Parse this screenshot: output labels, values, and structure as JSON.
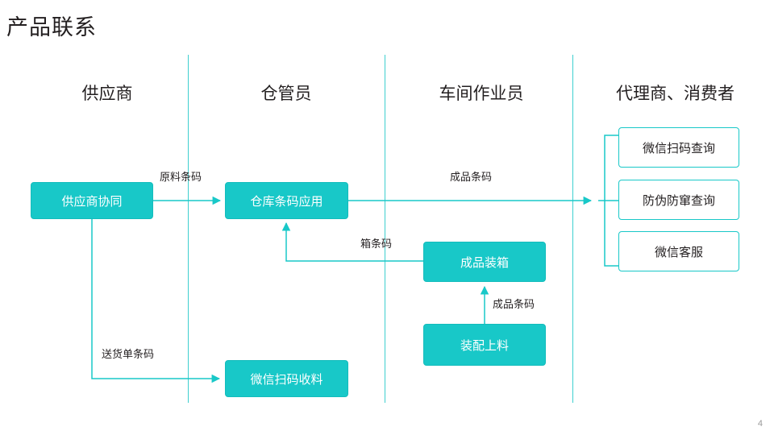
{
  "slide": {
    "title": "产品联系",
    "page_number": "4",
    "accent_color": "#18c8c8",
    "divider_color": "#3ecfcf",
    "text_color": "#231f20"
  },
  "lanes": [
    {
      "label": "供应商"
    },
    {
      "label": "仓管员"
    },
    {
      "label": "车间作业员"
    },
    {
      "label": "代理商、消费者"
    }
  ],
  "nodes": [
    {
      "label": "供应商协同",
      "style": "filled"
    },
    {
      "label": "仓库条码应用",
      "style": "filled"
    },
    {
      "label": "微信扫码收料",
      "style": "filled"
    },
    {
      "label": "成品装箱",
      "style": "filled"
    },
    {
      "label": "装配上料",
      "style": "filled"
    },
    {
      "label": "微信扫码查询",
      "style": "outline"
    },
    {
      "label": "防伪防窜查询",
      "style": "outline"
    },
    {
      "label": "微信客服",
      "style": "outline"
    }
  ],
  "edge_labels": [
    {
      "label": "原料条码"
    },
    {
      "label": "成品条码"
    },
    {
      "label": "箱条码"
    },
    {
      "label": "成品条码"
    },
    {
      "label": "送货单条码"
    }
  ]
}
